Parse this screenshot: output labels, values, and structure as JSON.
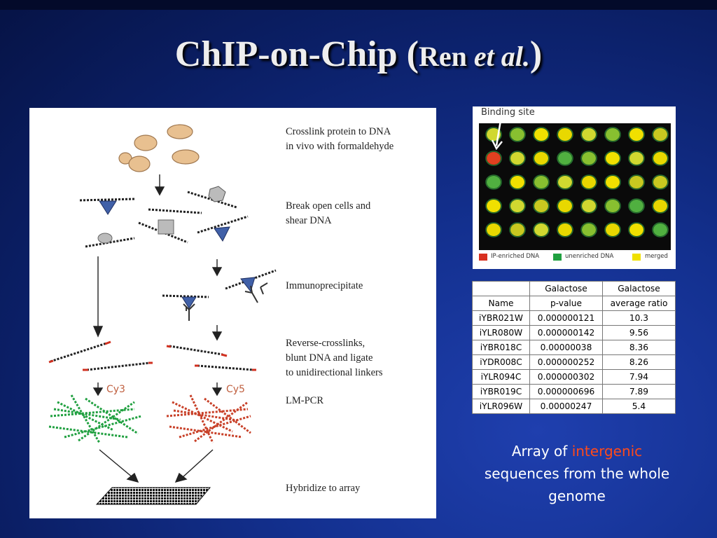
{
  "slide": {
    "title_main": "ChIP-on-Chip (",
    "title_author": "Ren ",
    "title_etal": "et al.",
    "title_close": ")"
  },
  "diagram": {
    "steps": [
      "Crosslink protein to DNA\nin vivo with formaldehyde",
      "Break open cells and\nshear DNA",
      "Immunoprecipitate",
      "Reverse-crosslinks,\nblunt DNA and ligate\nto unidirectional linkers",
      "LM-PCR",
      "Hybridize to array"
    ],
    "dye_left": "Cy3",
    "dye_right": "Cy5"
  },
  "array_image": {
    "binding_label": "Binding site",
    "legend": [
      {
        "label": "IP-enriched DNA",
        "color": "#d83020"
      },
      {
        "label": "unenriched DNA",
        "color": "#20a040"
      },
      {
        "label": "merged",
        "color": "#f0e000"
      }
    ]
  },
  "table": {
    "header1": [
      "",
      "Galactose",
      "Galactose"
    ],
    "header2": [
      "Name",
      "p-value",
      "average ratio"
    ],
    "rows": [
      [
        "iYBR021W",
        "0.000000121",
        "10.3"
      ],
      [
        "iYLR080W",
        "0.000000142",
        "9.56"
      ],
      [
        "iYBR018C",
        "0.00000038",
        "8.36"
      ],
      [
        "iYDR008C",
        "0.000000252",
        "8.26"
      ],
      [
        "iYLR094C",
        "0.000000302",
        "7.94"
      ],
      [
        "iYBR019C",
        "0.000000696",
        "7.89"
      ],
      [
        "iYLR096W",
        "0.00000247",
        "5.4"
      ]
    ]
  },
  "caption": {
    "line1_pre": "Array of ",
    "line1_hl": "intergenic",
    "line2": "sequences from the whole",
    "line3": "genome"
  }
}
